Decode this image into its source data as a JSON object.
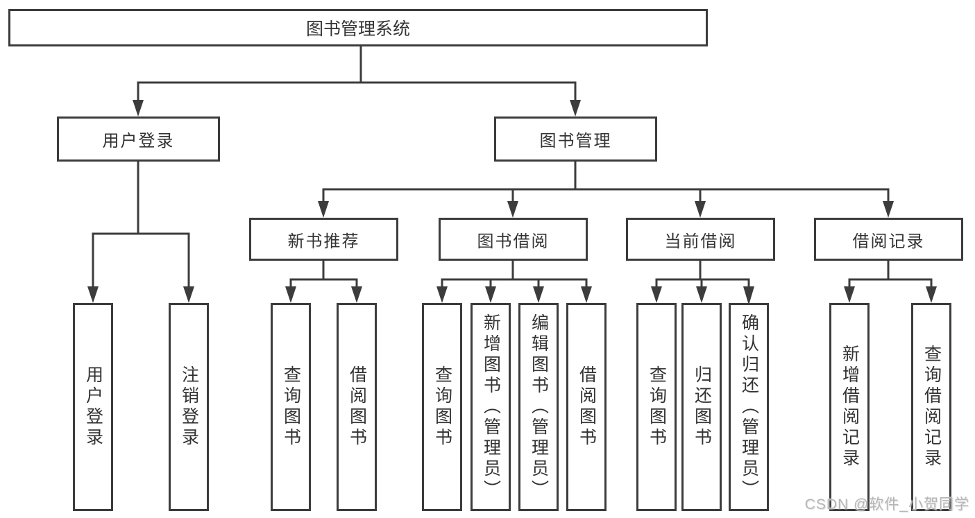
{
  "colors": {
    "line": "#3c3c3c",
    "box_border": "#3c3c3c",
    "box_fill": "#ffffff",
    "text": "#333333",
    "watermark": "#b6b6b6"
  },
  "tree": {
    "root": {
      "label": "图书管理系统",
      "children": [
        {
          "label": "用户登录",
          "children": [
            {
              "label": "用户登录"
            },
            {
              "label": "注销登录"
            }
          ]
        },
        {
          "label": "图书管理",
          "children": [
            {
              "label": "新书推荐",
              "children": [
                {
                  "label": "查询图书"
                },
                {
                  "label": "借阅图书"
                }
              ]
            },
            {
              "label": "图书借阅",
              "children": [
                {
                  "label": "查询图书"
                },
                {
                  "label": "新增图书（管理员）"
                },
                {
                  "label": "编辑图书（管理员）"
                },
                {
                  "label": "借阅图书"
                }
              ]
            },
            {
              "label": "当前借阅",
              "children": [
                {
                  "label": "查询图书"
                },
                {
                  "label": "归还图书"
                },
                {
                  "label": "确认归还（管理员）"
                }
              ]
            },
            {
              "label": "借阅记录",
              "children": [
                {
                  "label": "新增借阅记录"
                },
                {
                  "label": "查询借阅记录"
                }
              ]
            }
          ]
        }
      ]
    }
  },
  "watermark": {
    "text": "CSDN @软件_小贺同学"
  }
}
